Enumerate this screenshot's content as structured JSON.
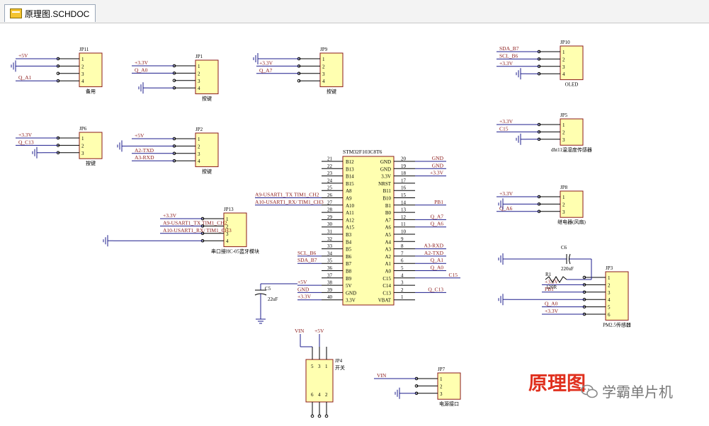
{
  "tab": {
    "title": "原理图.SCHDOC"
  },
  "mcu": {
    "ref": "STM32F103C8T6",
    "left_pins": [
      {
        "num": "21",
        "name": "B12",
        "net": ""
      },
      {
        "num": "22",
        "name": "B13",
        "net": ""
      },
      {
        "num": "23",
        "name": "B14",
        "net": ""
      },
      {
        "num": "24",
        "name": "B15",
        "net": ""
      },
      {
        "num": "25",
        "name": "A8",
        "net": ""
      },
      {
        "num": "26",
        "name": "A9",
        "net": "A9-USART1_TX TIM1_CH2"
      },
      {
        "num": "27",
        "name": "A10",
        "net": "A10-USART1_RX/ TIM1_CH3"
      },
      {
        "num": "28",
        "name": "A11",
        "net": ""
      },
      {
        "num": "29",
        "name": "A12",
        "net": ""
      },
      {
        "num": "30",
        "name": "A15",
        "net": ""
      },
      {
        "num": "31",
        "name": "B3",
        "net": ""
      },
      {
        "num": "32",
        "name": "B4",
        "net": ""
      },
      {
        "num": "33",
        "name": "B5",
        "net": ""
      },
      {
        "num": "34",
        "name": "B6",
        "net": "SCL_B6"
      },
      {
        "num": "35",
        "name": "B7",
        "net": "SDA_B7"
      },
      {
        "num": "36",
        "name": "B8",
        "net": ""
      },
      {
        "num": "37",
        "name": "B9",
        "net": ""
      },
      {
        "num": "38",
        "name": "5V",
        "net": "+5V"
      },
      {
        "num": "39",
        "name": "GND",
        "net": "GND"
      },
      {
        "num": "40",
        "name": "3.3V",
        "net": "+3.3V"
      }
    ],
    "right_pins": [
      {
        "num": "20",
        "name": "GND",
        "net": "GND"
      },
      {
        "num": "19",
        "name": "GND",
        "net": "GND"
      },
      {
        "num": "18",
        "name": "3.3V",
        "net": "+3.3V"
      },
      {
        "num": "17",
        "name": "NRST",
        "net": ""
      },
      {
        "num": "16",
        "name": "B11",
        "net": ""
      },
      {
        "num": "15",
        "name": "B10",
        "net": ""
      },
      {
        "num": "14",
        "name": "B1",
        "net": "PB1"
      },
      {
        "num": "13",
        "name": "B0",
        "net": ""
      },
      {
        "num": "12",
        "name": "A7",
        "net": "Q_A7"
      },
      {
        "num": "11",
        "name": "A6",
        "net": "Q_A6"
      },
      {
        "num": "10",
        "name": "A5",
        "net": ""
      },
      {
        "num": "9",
        "name": "A4",
        "net": ""
      },
      {
        "num": "8",
        "name": "A3",
        "net": "A3-RXD"
      },
      {
        "num": "7",
        "name": "A2",
        "net": "A2-TXD"
      },
      {
        "num": "6",
        "name": "A1",
        "net": "Q_A1"
      },
      {
        "num": "5",
        "name": "A0",
        "net": "Q_A0"
      },
      {
        "num": "4",
        "name": "C15",
        "net": "C15"
      },
      {
        "num": "3",
        "name": "C14",
        "net": ""
      },
      {
        "num": "2",
        "name": "C13",
        "net": "Q_C13"
      },
      {
        "num": "1",
        "name": "VBAT",
        "net": ""
      }
    ]
  },
  "headers": [
    {
      "ref": "JP11",
      "desc": "备用",
      "pins": 4,
      "nets": [
        "+5V",
        "",
        "",
        "Q_A1"
      ]
    },
    {
      "ref": "JP1",
      "desc": "按键",
      "pins": 4,
      "nets": [
        "+3.3V",
        "Q_A0",
        "",
        ""
      ]
    },
    {
      "ref": "JP9",
      "desc": "按键",
      "pins": 4,
      "nets": [
        "",
        "+3.3V",
        "Q_A7",
        ""
      ]
    },
    {
      "ref": "JP10",
      "desc": "OLED",
      "pins": 4,
      "nets": [
        "SDA_B7",
        "SCL_B6",
        "+3.3V",
        ""
      ]
    },
    {
      "ref": "JP6",
      "desc": "按键",
      "pins": 3,
      "nets": [
        "+3.3V",
        "Q_C13",
        ""
      ]
    },
    {
      "ref": "JP2",
      "desc": "按键",
      "pins": 4,
      "nets": [
        "+5V",
        "",
        "A2-TXD",
        "A3-RXD"
      ]
    },
    {
      "ref": "JP5",
      "desc": "dht11温湿度传感器",
      "pins": 3,
      "nets": [
        "+3.3V",
        "C15",
        ""
      ]
    },
    {
      "ref": "JP8",
      "desc": "继电器(风扇)",
      "pins": 3,
      "nets": [
        "+3.3V",
        "",
        "Q_A6"
      ]
    },
    {
      "ref": "JP13",
      "desc": "串口接HC-05蓝牙模块",
      "pins": 4,
      "nets": [
        "+3.3V",
        "A9-USART1_TX TIM1_CH2",
        "A10-USART1_RX/ TIM1_CH3",
        ""
      ]
    },
    {
      "ref": "JP3",
      "desc": "PM2.5传感器",
      "pins": 6,
      "nets": [
        "",
        "+3.3V",
        "PB1",
        "",
        "Q_A0",
        "+3.3V"
      ]
    },
    {
      "ref": "JP7",
      "desc": "电源接口",
      "pins": 3,
      "nets": [
        "VIN",
        "",
        ""
      ]
    }
  ],
  "parts": {
    "c5": {
      "ref": "C5",
      "value": "22uF"
    },
    "c6": {
      "ref": "C6",
      "value": "220uF"
    },
    "r1": {
      "ref": "R1",
      "value": "120R"
    },
    "jp4": {
      "ref": "JP4",
      "desc": "开关",
      "top_pins": [
        "5",
        "3",
        "1"
      ],
      "bottom_pins": [
        "6",
        "4",
        "2"
      ],
      "nets": [
        "VIN",
        "+5V"
      ]
    }
  },
  "watermark": {
    "text": "原理图"
  },
  "brand": {
    "text": "学霸单片机"
  },
  "colors": {
    "wire": "#1c1c8c",
    "body": "#ffffb0",
    "outline": "#8b1a1a",
    "net": "#8b1a1a",
    "accent": "#e0301e"
  }
}
